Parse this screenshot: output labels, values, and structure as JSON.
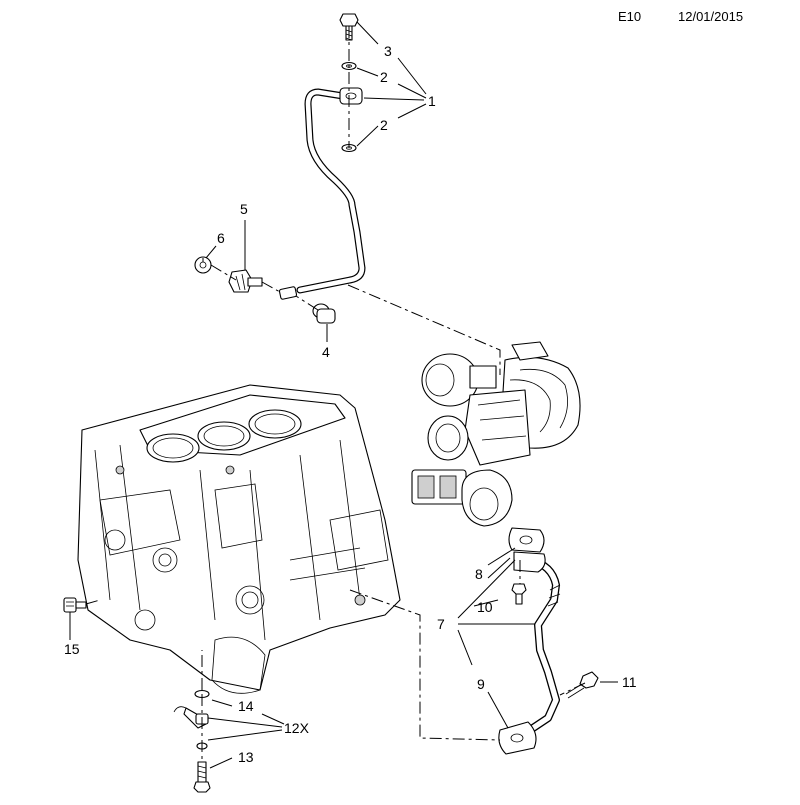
{
  "header": {
    "code": "E10",
    "date": "12/01/2015"
  },
  "callouts": {
    "c1": "1",
    "c2a": "2",
    "c2b": "2",
    "c3": "3",
    "c4": "4",
    "c5": "5",
    "c6": "6",
    "c7": "7",
    "c8": "8",
    "c9": "9",
    "c10": "10",
    "c11": "11",
    "c12x": "12X",
    "c13": "13",
    "c14": "14",
    "c15": "15"
  },
  "colors": {
    "ink": "#000000",
    "paper": "#ffffff",
    "shade": "#cfcfcf"
  }
}
